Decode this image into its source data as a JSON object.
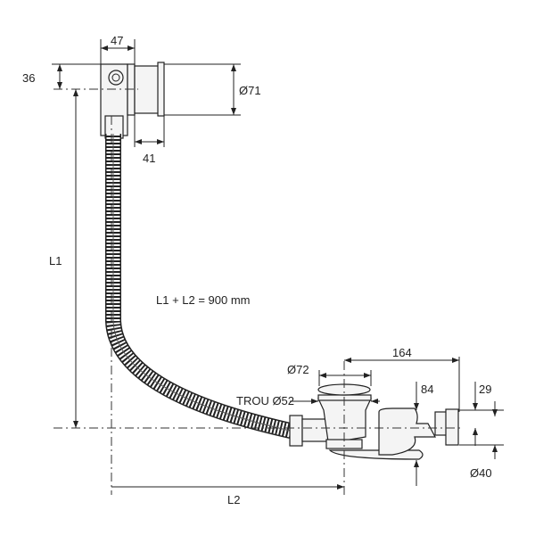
{
  "labels": {
    "d47": "47",
    "d36": "36",
    "d71": "Ø71",
    "d41": "41",
    "L1": "L1",
    "formula": "L1 + L2 = 900 mm",
    "d72": "Ø72",
    "d164": "164",
    "trou": "TROU Ø52",
    "d84": "84",
    "d29": "29",
    "d40": "Ø40",
    "L2": "L2"
  }
}
